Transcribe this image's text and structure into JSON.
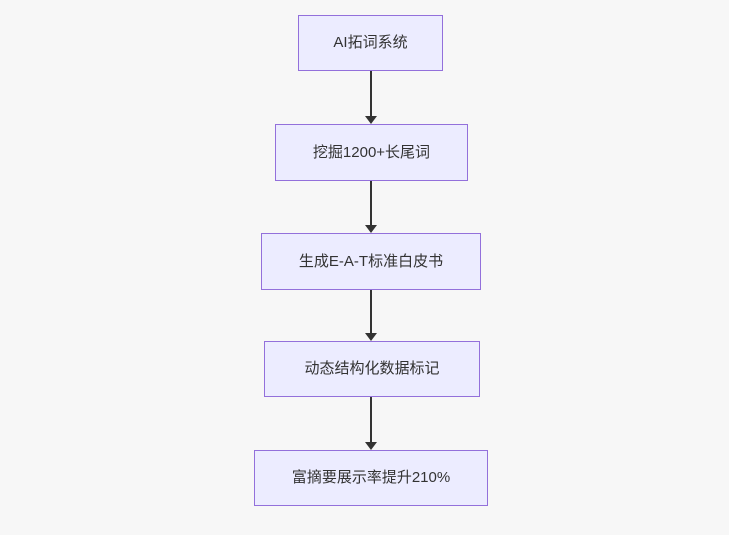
{
  "diagram": {
    "type": "flowchart",
    "direction": "top-down",
    "nodes": [
      {
        "id": "A",
        "label": "AI拓词系统"
      },
      {
        "id": "B",
        "label": "挖掘1200+长尾词"
      },
      {
        "id": "C",
        "label": "生成E-A-T标准白皮书"
      },
      {
        "id": "D",
        "label": "动态结构化数据标记"
      },
      {
        "id": "E",
        "label": "富摘要展示率提升210%"
      }
    ],
    "edges": [
      {
        "from": "A",
        "to": "B",
        "style": "arrow-down"
      },
      {
        "from": "B",
        "to": "C",
        "style": "arrow-down"
      },
      {
        "from": "C",
        "to": "D",
        "style": "arrow-down"
      },
      {
        "from": "D",
        "to": "E",
        "style": "arrow-down"
      }
    ]
  },
  "colors": {
    "background": "#f7f7f7",
    "node_fill": "#ECECFF",
    "node_border": "#9370DB",
    "node_text": "#333333",
    "arrow": "#333333"
  }
}
